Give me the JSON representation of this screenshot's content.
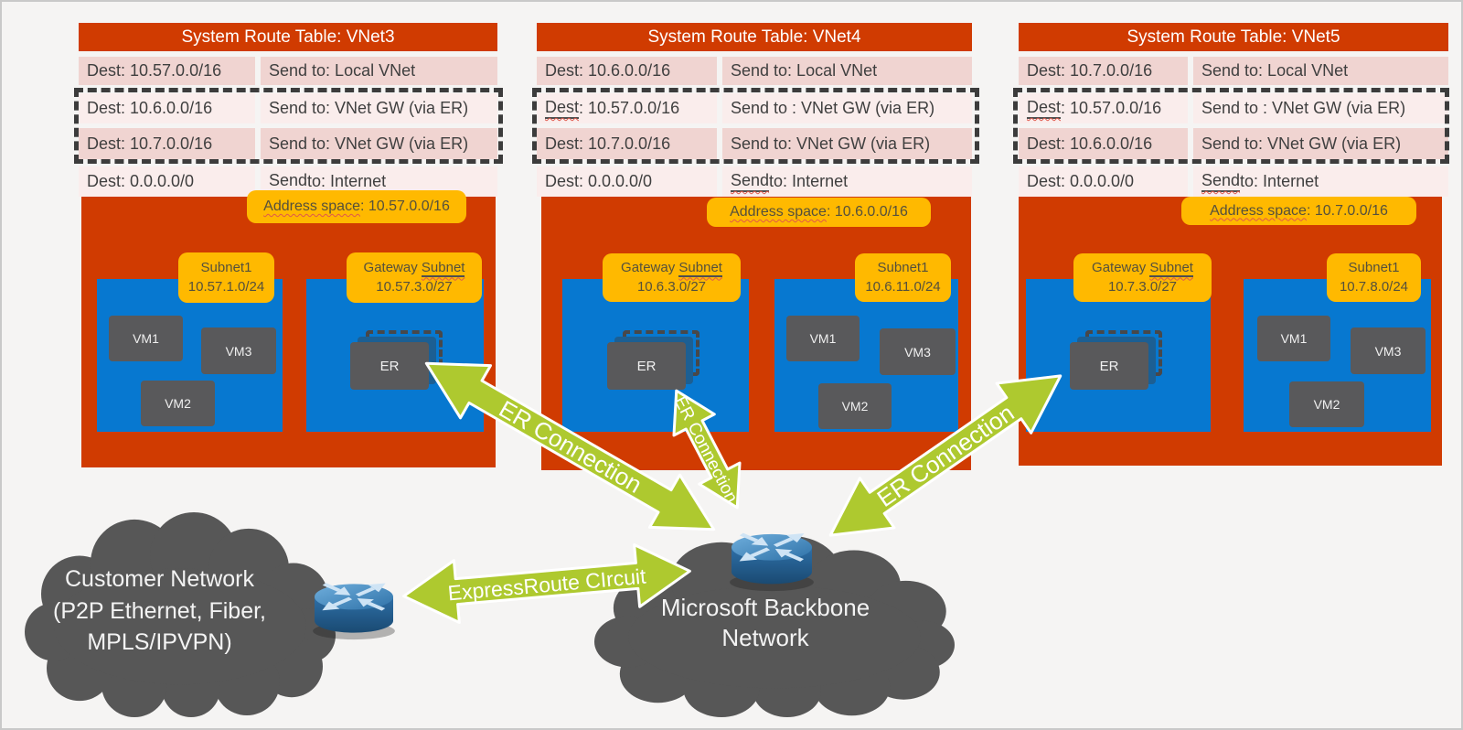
{
  "colors": {
    "vnet_red": "#D03B01",
    "subnet_blue": "#0778D0",
    "label_orange": "#FFB900",
    "arrow_green": "#AEC92F",
    "cloud_gray": "#575757",
    "vm_gray": "#59595B",
    "row_pink_dark": "#F0D4D1",
    "row_pink_light": "#FAEDEC"
  },
  "vnets": [
    {
      "title": "System Route Table: VNet3",
      "rows": [
        {
          "d": "Dest: 10.57.0.0/16",
          "s": "Send to: Local VNet"
        },
        {
          "d": "Dest: 10.6.0.0/16",
          "s": "Send to: VNet GW (via ER)"
        },
        {
          "d": "Dest: 10.7.0.0/16",
          "s": "Send to: VNet GW (via ER)"
        },
        {
          "d": "Dest: 0.0.0.0/0",
          "s_u": "Send",
          "s": " to: Internet"
        }
      ],
      "address_u": "Address space",
      "address_rest": ": 10.57.0.0/16",
      "subnet1": {
        "name": "Subnet1",
        "cidr": "10.57.1.0/24",
        "vms": [
          "VM1",
          "VM3",
          "VM2"
        ]
      },
      "gateway": {
        "name_pre": "Gateway ",
        "name_u": "Subnet",
        "cidr": "10.57.3.0/27",
        "er": "ER"
      }
    },
    {
      "title": "System Route Table: VNet4",
      "rows": [
        {
          "d": "Dest: 10.6.0.0/16",
          "s": "Send to: Local VNet"
        },
        {
          "d_u": "Dest",
          "d": ": 10.57.0.0/16",
          "s": "Send to : VNet GW (via ER)"
        },
        {
          "d": "Dest: 10.7.0.0/16",
          "s": "Send to: VNet GW (via ER)"
        },
        {
          "d": "Dest: 0.0.0.0/0",
          "s_u": "Send",
          "s": " to: Internet"
        }
      ],
      "address_u": "Address space",
      "address_rest": ": 10.6.0.0/16",
      "subnet1": {
        "name": "Subnet1",
        "cidr": "10.6.11.0/24",
        "vms": [
          "VM1",
          "VM3",
          "VM2"
        ]
      },
      "gateway": {
        "name_pre": "Gateway ",
        "name_u": "Subnet",
        "cidr": "10.6.3.0/27",
        "er": "ER"
      }
    },
    {
      "title": "System Route Table: VNet5",
      "rows": [
        {
          "d": "Dest: 10.7.0.0/16",
          "s": "Send to: Local VNet"
        },
        {
          "d_u": "Dest",
          "d": ": 10.57.0.0/16",
          "s": "Send to : VNet GW (via ER)"
        },
        {
          "d": "Dest: 10.6.0.0/16",
          "s": "Send to: VNet GW (via ER)"
        },
        {
          "d": "Dest: 0.0.0.0/0",
          "s_u": "Send",
          "s": " to: Internet"
        }
      ],
      "address_u": "Address space",
      "address_rest": ": 10.7.0.0/16",
      "subnet1": {
        "name": "Subnet1",
        "cidr": "10.7.8.0/24",
        "vms": [
          "VM1",
          "VM3",
          "VM2"
        ]
      },
      "gateway": {
        "name_pre": "Gateway ",
        "name_u": "Subnet",
        "cidr": "10.7.3.0/27",
        "er": "ER"
      }
    }
  ],
  "network": {
    "customer_cloud_label": "Customer Network\n(P2P Ethernet, Fiber,\nMPLS/IPVPN)",
    "backbone_cloud_label": "Microsoft Backbone\nNetwork",
    "expressroute_circuit_label": "ExpressRoute CIrcuit",
    "er_connections": [
      "ER Connection",
      "ER Connection",
      "ER Connection"
    ]
  }
}
